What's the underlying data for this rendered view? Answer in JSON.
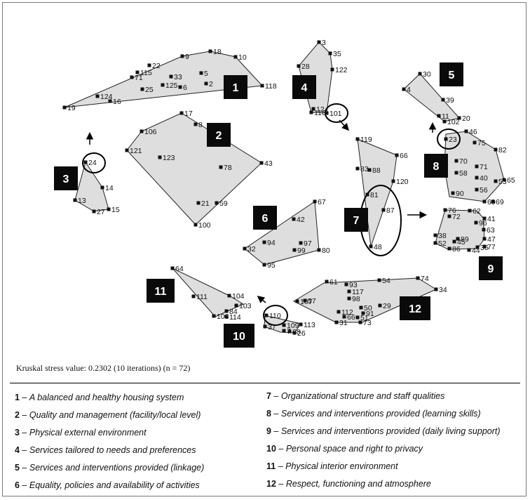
{
  "figure": {
    "stress_text": "Kruskal stress value: 0.2302 (10 iterations) (n = 72)"
  },
  "clusters": [
    {
      "id": "1",
      "points": [
        "19",
        "124",
        "16",
        "115",
        "71",
        "22",
        "9",
        "18",
        "10",
        "33",
        "125",
        "25",
        "6",
        "5",
        "2",
        "118"
      ]
    },
    {
      "id": "2",
      "points": [
        "17",
        "8",
        "106",
        "121",
        "123",
        "78",
        "43",
        "21",
        "59",
        "100"
      ]
    },
    {
      "id": "3",
      "points": [
        "24",
        "14",
        "13",
        "27",
        "15"
      ]
    },
    {
      "id": "4",
      "points": [
        "3",
        "35",
        "28",
        "122",
        "12",
        "116",
        "101"
      ]
    },
    {
      "id": "5",
      "points": [
        "30",
        "4",
        "39",
        "11",
        "20",
        "102"
      ]
    },
    {
      "id": "6",
      "points": [
        "67",
        "42",
        "94",
        "97",
        "99",
        "32",
        "80",
        "95"
      ]
    },
    {
      "id": "7",
      "points": [
        "119",
        "66",
        "83",
        "88",
        "120",
        "81",
        "87",
        "48"
      ]
    },
    {
      "id": "8",
      "points": [
        "46",
        "23",
        "75",
        "82",
        "70",
        "71",
        "58",
        "40",
        "56",
        "53",
        "65",
        "90",
        "69",
        "60"
      ]
    },
    {
      "id": "9",
      "points": [
        "76",
        "62",
        "72",
        "41",
        "96",
        "63",
        "38",
        "89",
        "45",
        "47",
        "52",
        "86",
        "44",
        "36",
        "77"
      ]
    },
    {
      "id": "10",
      "points": [
        "110",
        "37",
        "109",
        "113",
        "7",
        "26",
        "68",
        "105"
      ]
    },
    {
      "id": "11",
      "points": [
        "64",
        "111",
        "104",
        "103",
        "84",
        "108",
        "114"
      ]
    },
    {
      "id": "12",
      "points": [
        "61",
        "108",
        "93",
        "54",
        "74",
        "34",
        "107",
        "57",
        "117",
        "98",
        "50",
        "112",
        "91",
        "66",
        "51",
        "29",
        "31",
        "73",
        "85"
      ]
    }
  ],
  "legend": [
    {
      "num": "1",
      "text": "A balanced and healthy housing system",
      "italic": true
    },
    {
      "num": "2",
      "text": "Quality and management (facility/local level)",
      "italic": true
    },
    {
      "num": "3",
      "text": "Physical external environment",
      "italic": true
    },
    {
      "num": "4",
      "text": "Services tailored to needs and preferences",
      "italic": true
    },
    {
      "num": "5",
      "text": "Services and interventions provided (linkage)",
      "italic": true
    },
    {
      "num": "6",
      "text": "Equality, policies and availability of activities",
      "italic": true
    },
    {
      "num": "7",
      "text": "Organizational structure and staff qualities",
      "italic": true
    },
    {
      "num": "8",
      "text": "Services and interventions provided (learning skills)",
      "italic": true
    },
    {
      "num": "9",
      "text": "Services and interventions provided (daily living support)",
      "italic": true
    },
    {
      "num": "10",
      "text": "Personal space and right to privacy",
      "italic": true
    },
    {
      "num": "11",
      "text": "Physical interior environment",
      "italic": true
    },
    {
      "num": "12",
      "text": "Respect, functioning and atmosphere",
      "italic": true
    }
  ],
  "colors": {
    "cluster_fill": "#dedede",
    "cluster_stroke": "#222222",
    "label_box": "#0a0a0a",
    "label_text": "#ffffff",
    "point": "#111111"
  }
}
